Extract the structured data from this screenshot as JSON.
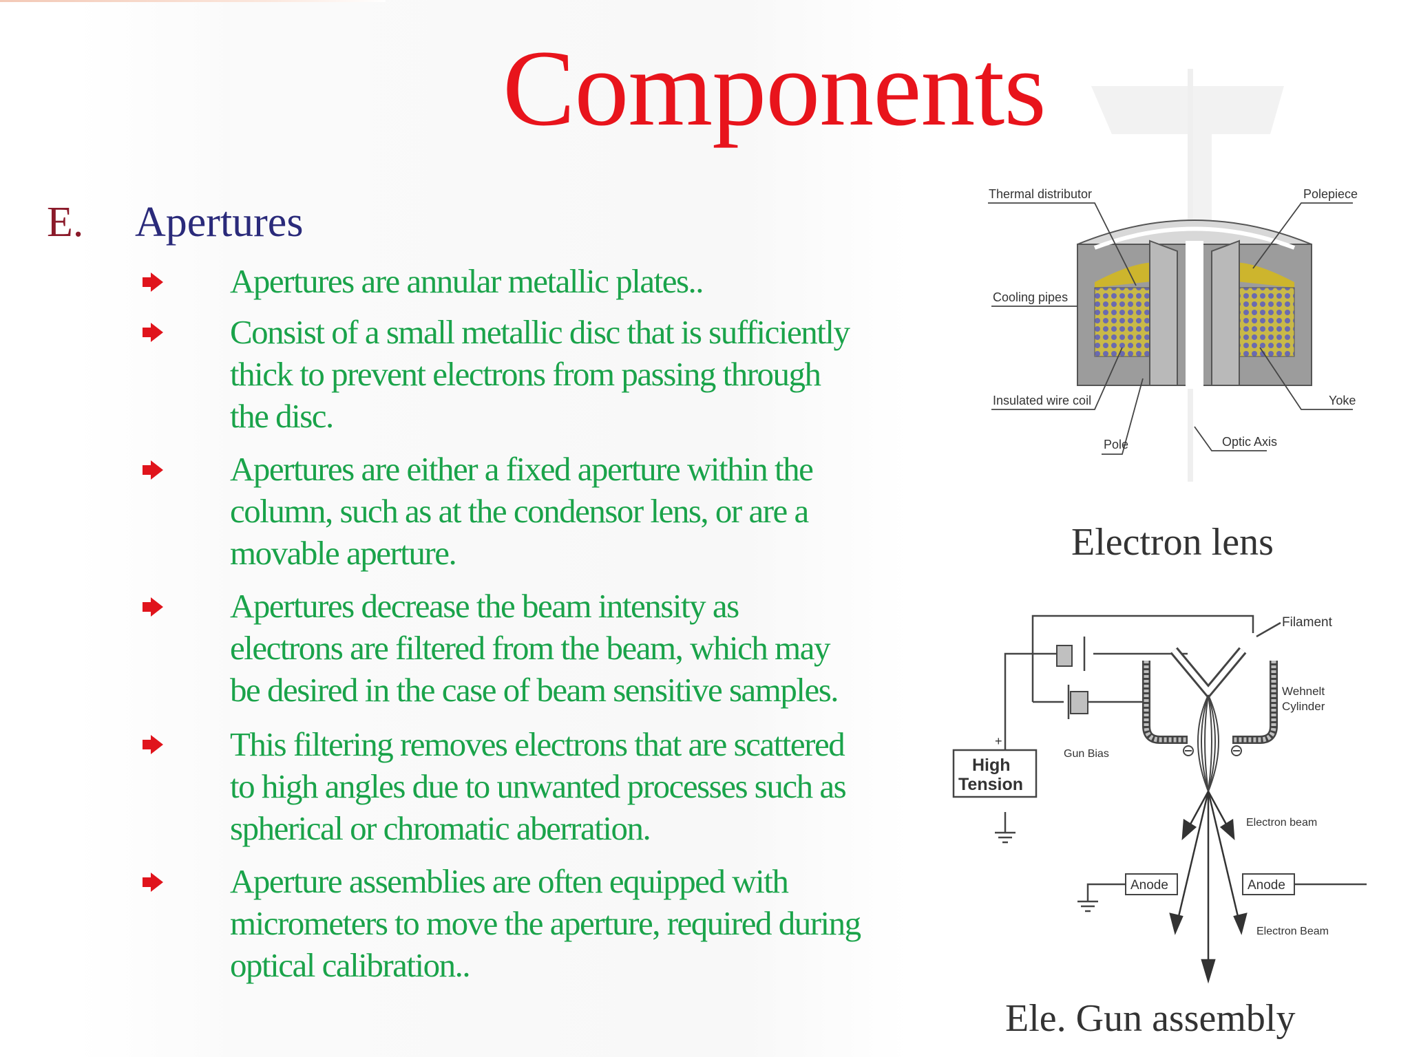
{
  "title": "Components",
  "section": {
    "letter": "E.",
    "heading": "Apertures"
  },
  "bullets": [
    {
      "lines": [
        "Apertures are annular metallic plates.."
      ]
    },
    {
      "lines": [
        "Consist of a small metallic disc that is sufficiently",
        "thick to prevent electrons from passing through",
        "the disc."
      ]
    },
    {
      "lines": [
        "Apertures are either a fixed aperture within the",
        "column, such as at the condensor lens, or are a",
        "movable aperture."
      ]
    },
    {
      "lines": [
        "Apertures decrease the beam intensity as",
        "electrons are filtered from the beam, which may",
        "be desired in the case of beam sensitive samples."
      ]
    },
    {
      "lines": [
        "This filtering removes electrons that are scattered",
        "to high angles  due to unwanted processes such as",
        "spherical or chromatic aberration."
      ]
    },
    {
      "lines": [
        "Aperture assemblies are often equipped with",
        "micrometers to move the aperture, required during",
        "optical calibration.."
      ]
    }
  ],
  "lens_diagram": {
    "caption": "Electron lens",
    "labels": {
      "thermal": "Thermal distributor",
      "polepiece": "Polepiece",
      "cooling": "Cooling pipes",
      "coil": "Insulated wire coil",
      "yoke": "Yoke",
      "pole": "Pole",
      "axis": "Optic Axis"
    }
  },
  "gun_diagram": {
    "caption": "Ele. Gun assembly",
    "labels": {
      "filament": "Filament",
      "wehnelt1": "Wehnelt",
      "wehnelt2": "Cylinder",
      "hv1": "High",
      "hv2": "Tension",
      "bias": "Gun Bias",
      "beam1": "Electron beam",
      "beam2": "Electron Beam",
      "anode_left": "Anode",
      "anode_right": "Anode",
      "plus": "+"
    }
  },
  "colors": {
    "title": "#e8141c",
    "bullet_text": "#1aa34a",
    "section_letter": "#8b1a2a",
    "section_heading": "#2a2a7a",
    "bullet_marker": "#e0141c"
  }
}
